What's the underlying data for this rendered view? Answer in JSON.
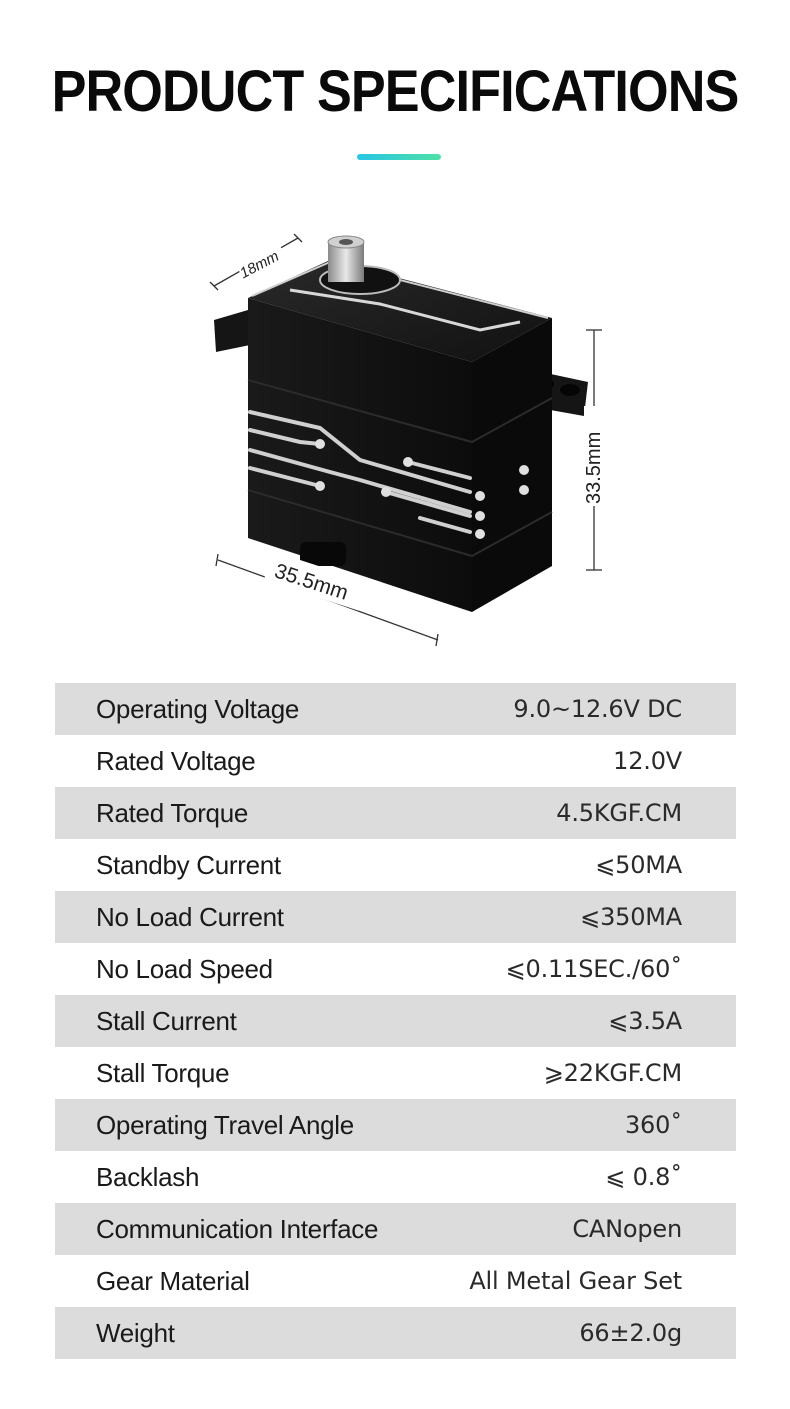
{
  "header": {
    "title": "PRODUCT SPECIFICATIONS",
    "accent_gradient": [
      "#27c6e6",
      "#4fe0a6"
    ]
  },
  "product": {
    "image": "servo-motor",
    "dimensions": {
      "depth": "18mm",
      "height": "33.5mm",
      "width": "35.5mm"
    }
  },
  "specs": [
    {
      "label": "Operating Voltage",
      "value": "9.0~12.6V DC"
    },
    {
      "label": "Rated Voltage",
      "value": "12.0V"
    },
    {
      "label": "Rated Torque",
      "value": "4.5KGF.CM"
    },
    {
      "label": "Standby Current",
      "value": "⩽50MA"
    },
    {
      "label": "No Load Current",
      "value": "⩽350MA"
    },
    {
      "label": "No Load Speed",
      "value": "⩽0.11SEC./60˚"
    },
    {
      "label": "Stall Current",
      "value": "⩽3.5A"
    },
    {
      "label": "Stall Torque",
      "value": "⩾22KGF.CM"
    },
    {
      "label": "Operating Travel Angle",
      "value": "360˚"
    },
    {
      "label": "Backlash",
      "value": "⩽ 0.8˚"
    },
    {
      "label": "Communication Interface",
      "value": "CANopen"
    },
    {
      "label": "Gear Material",
      "value": "All Metal Gear Set"
    },
    {
      "label": "Weight",
      "value": "66±2.0g"
    }
  ],
  "colors": {
    "row_shade": "#dcdcdc",
    "text": "#1a1a1a"
  }
}
